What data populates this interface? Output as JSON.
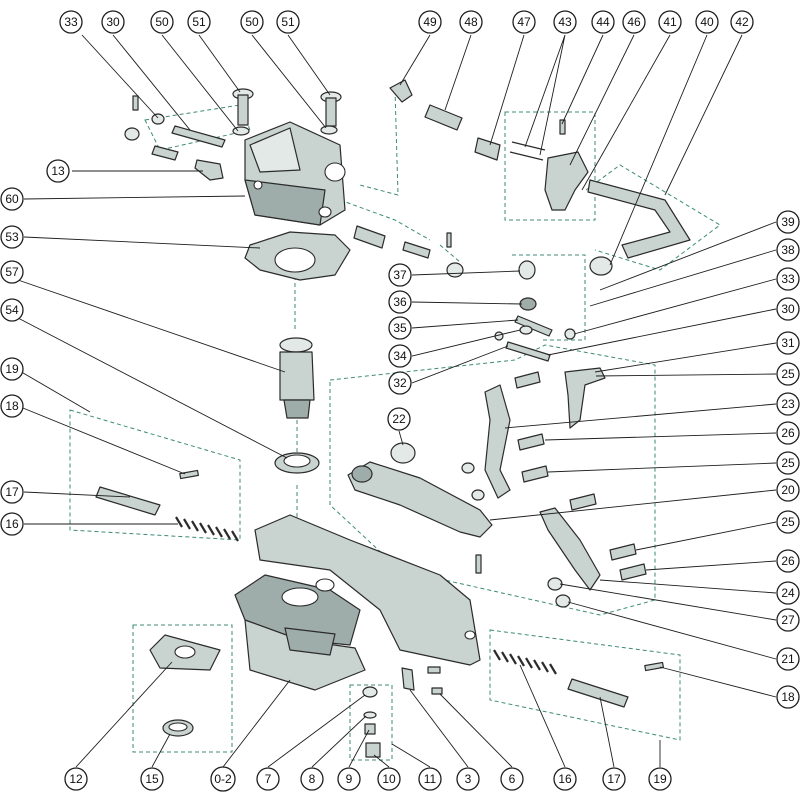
{
  "diagram": {
    "callouts": [
      {
        "id": "c33a",
        "label": "33"
      },
      {
        "id": "c30a",
        "label": "30"
      },
      {
        "id": "c50a",
        "label": "50"
      },
      {
        "id": "c51a",
        "label": "51"
      },
      {
        "id": "c50b",
        "label": "50"
      },
      {
        "id": "c51b",
        "label": "51"
      },
      {
        "id": "c49",
        "label": "49"
      },
      {
        "id": "c48",
        "label": "48"
      },
      {
        "id": "c47",
        "label": "47"
      },
      {
        "id": "c43",
        "label": "43"
      },
      {
        "id": "c44",
        "label": "44"
      },
      {
        "id": "c46",
        "label": "46"
      },
      {
        "id": "c41",
        "label": "41"
      },
      {
        "id": "c40",
        "label": "40"
      },
      {
        "id": "c42",
        "label": "42"
      },
      {
        "id": "c13",
        "label": "13"
      },
      {
        "id": "c60",
        "label": "60"
      },
      {
        "id": "c53",
        "label": "53"
      },
      {
        "id": "c57",
        "label": "57"
      },
      {
        "id": "c54",
        "label": "54"
      },
      {
        "id": "c19a",
        "label": "19"
      },
      {
        "id": "c18a",
        "label": "18"
      },
      {
        "id": "c17a",
        "label": "17"
      },
      {
        "id": "c16a",
        "label": "16"
      },
      {
        "id": "c39",
        "label": "39"
      },
      {
        "id": "c38",
        "label": "38"
      },
      {
        "id": "c33b",
        "label": "33"
      },
      {
        "id": "c30b",
        "label": "30"
      },
      {
        "id": "c31",
        "label": "31"
      },
      {
        "id": "c25a",
        "label": "25"
      },
      {
        "id": "c23",
        "label": "23"
      },
      {
        "id": "c26a",
        "label": "26"
      },
      {
        "id": "c25b",
        "label": "25"
      },
      {
        "id": "c20",
        "label": "20"
      },
      {
        "id": "c25c",
        "label": "25"
      },
      {
        "id": "c26b",
        "label": "26"
      },
      {
        "id": "c24",
        "label": "24"
      },
      {
        "id": "c27",
        "label": "27"
      },
      {
        "id": "c21",
        "label": "21"
      },
      {
        "id": "c18b",
        "label": "18"
      },
      {
        "id": "c37",
        "label": "37"
      },
      {
        "id": "c36",
        "label": "36"
      },
      {
        "id": "c35",
        "label": "35"
      },
      {
        "id": "c34",
        "label": "34"
      },
      {
        "id": "c32",
        "label": "32"
      },
      {
        "id": "c22",
        "label": "22"
      },
      {
        "id": "c12",
        "label": "12"
      },
      {
        "id": "c15",
        "label": "15"
      },
      {
        "id": "c02",
        "label": "0-2"
      },
      {
        "id": "c7",
        "label": "7"
      },
      {
        "id": "c8",
        "label": "8"
      },
      {
        "id": "c9",
        "label": "9"
      },
      {
        "id": "c10",
        "label": "10"
      },
      {
        "id": "c11",
        "label": "11"
      },
      {
        "id": "c3",
        "label": "3"
      },
      {
        "id": "c6",
        "label": "6"
      },
      {
        "id": "c16b",
        "label": "16"
      },
      {
        "id": "c17b",
        "label": "17"
      },
      {
        "id": "c19b",
        "label": "19"
      }
    ]
  }
}
